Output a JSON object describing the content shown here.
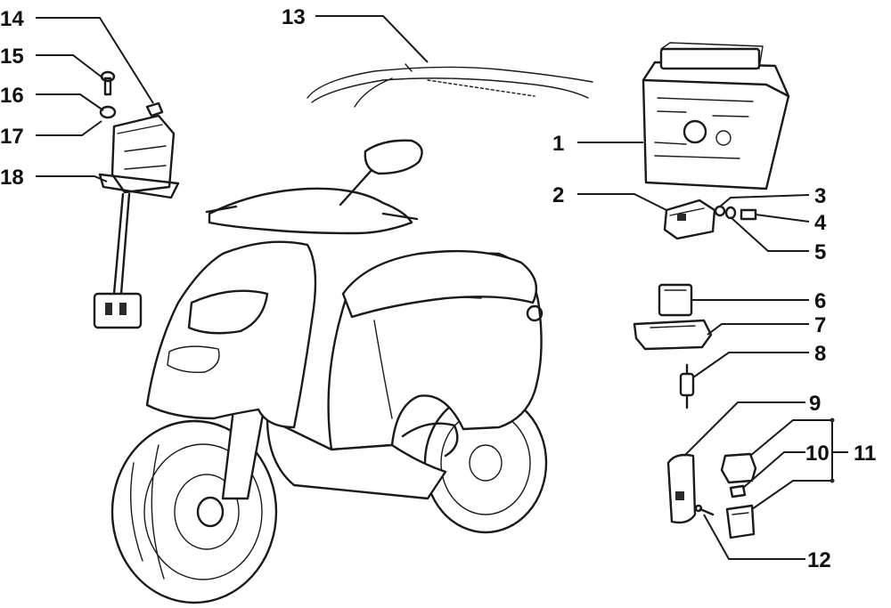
{
  "diagram": {
    "colors": {
      "ink": "#1a1a1a",
      "background": "#ffffff"
    },
    "callouts": {
      "c1": "1",
      "c2": "2",
      "c3": "3",
      "c4": "4",
      "c5": "5",
      "c6": "6",
      "c7": "7",
      "c8": "8",
      "c9": "9",
      "c10": "10",
      "c11": "11",
      "c12": "12",
      "c13": "13",
      "c14": "14",
      "c15": "15",
      "c16": "16",
      "c17": "17",
      "c18": "18"
    }
  }
}
